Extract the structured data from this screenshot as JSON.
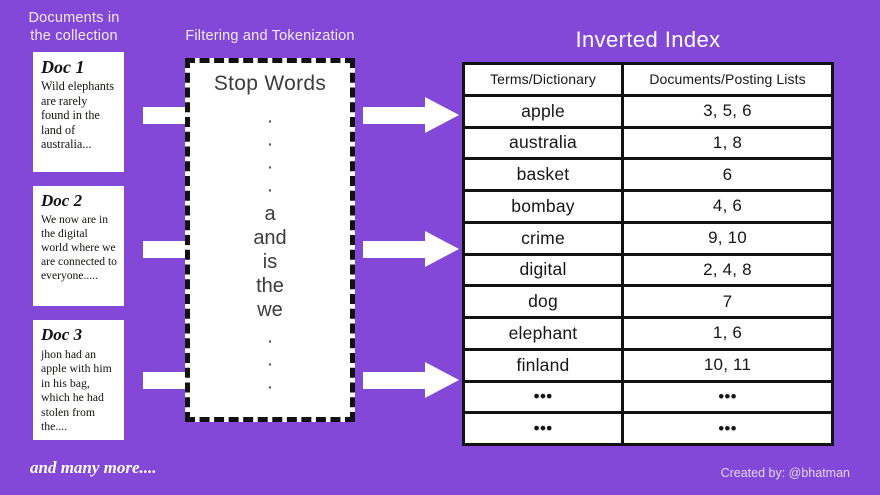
{
  "theme": {
    "background": "#8348d8",
    "card_bg": "#ffffff",
    "ink": "#111111",
    "caption_color": "#f2eafc"
  },
  "captions": {
    "documents": "Documents in\nthe collection",
    "documents_line1": "Documents in",
    "documents_line2": "the collection",
    "filtering": "Filtering and Tokenization",
    "inverted_index": "Inverted Index"
  },
  "documents": [
    {
      "title": "Doc 1",
      "body": "Wild elephants are rarely found in the land of australia..."
    },
    {
      "title": "Doc 2",
      "body": "We now are in the digital world where we are connected to everyone....."
    },
    {
      "title": "Doc 3",
      "body": "jhon had an apple with him in his bag, which he had stolen from the...."
    }
  ],
  "stop_words_box": {
    "title": "Stop Words",
    "dots_top": [
      "·",
      "·",
      "·",
      "·"
    ],
    "words": [
      "a",
      "and",
      "is",
      "the",
      "we"
    ],
    "dots_bottom": [
      "·",
      "·",
      "·"
    ]
  },
  "arrows": {
    "in": [
      "input-arrow-doc1",
      "input-arrow-doc2",
      "input-arrow-doc3"
    ],
    "out": [
      "output-arrow-1",
      "output-arrow-2",
      "output-arrow-3"
    ]
  },
  "table": {
    "headers": [
      "Terms/Dictionary",
      "Documents/Posting Lists"
    ],
    "rows": [
      {
        "term": "apple",
        "postings": "3, 5, 6"
      },
      {
        "term": "australia",
        "postings": "1, 8"
      },
      {
        "term": "basket",
        "postings": "6"
      },
      {
        "term": "bombay",
        "postings": "4, 6"
      },
      {
        "term": "crime",
        "postings": "9, 10"
      },
      {
        "term": "digital",
        "postings": "2, 4, 8"
      },
      {
        "term": "dog",
        "postings": "7"
      },
      {
        "term": "elephant",
        "postings": "1, 6"
      },
      {
        "term": "finland",
        "postings": "10, 11"
      },
      {
        "term": "•••",
        "postings": "•••"
      },
      {
        "term": "•••",
        "postings": "•••"
      }
    ]
  },
  "footer": {
    "left": "and many more....",
    "right": "Created by: @bhatman"
  }
}
